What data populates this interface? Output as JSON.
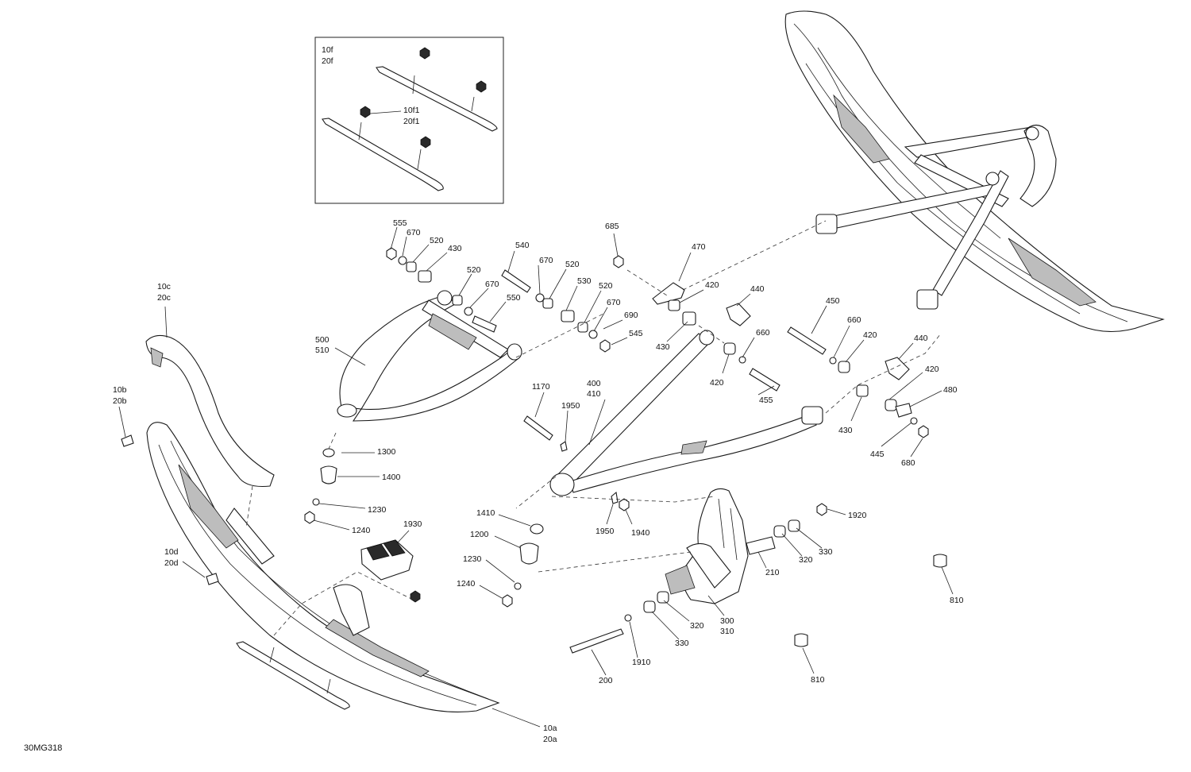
{
  "diagram_code": "30MG318",
  "inset": {
    "line1": "10f",
    "line2": "20f",
    "callout1": "10f1",
    "callout2": "20f1"
  },
  "labels": {
    "l555": "555",
    "l670a": "670",
    "l520a": "520",
    "l430a": "430",
    "l540": "540",
    "l670b": "670",
    "l520b": "520",
    "l530": "530",
    "l520c": "520",
    "l670c": "670",
    "l550": "550",
    "l520d": "520",
    "l670d": "670",
    "l690": "690",
    "l545": "545",
    "l685": "685",
    "l470": "470",
    "l420a": "420",
    "l440a": "440",
    "l430b": "430",
    "l660a": "660",
    "l420b": "420",
    "l455": "455",
    "l450": "450",
    "l660b": "660",
    "l420c": "420",
    "l440b": "440",
    "l420d": "420",
    "l480": "480",
    "l430c": "430",
    "l445": "445",
    "l680": "680",
    "l500": "500",
    "l510": "510",
    "l1170": "1170",
    "l1950a": "1950",
    "l400": "400",
    "l410": "410",
    "l10c": "10c",
    "l20c": "20c",
    "l10b": "10b",
    "l20b": "20b",
    "l1300": "1300",
    "l1400": "1400",
    "l1230a": "1230",
    "l1240a": "1240",
    "l1930": "1930",
    "l1410": "1410",
    "l1200": "1200",
    "l1230b": "1230",
    "l1240b": "1240",
    "l1950b": "1950",
    "l1940": "1940",
    "l10d": "10d",
    "l20d": "20d",
    "l1920": "1920",
    "l330a": "330",
    "l320a": "320",
    "l210": "210",
    "l810a": "810",
    "l320b": "320",
    "l330b": "330",
    "l300": "300",
    "l310": "310",
    "l1910": "1910",
    "l200": "200",
    "l810b": "810",
    "l10a": "10a",
    "l20a": "20a"
  }
}
